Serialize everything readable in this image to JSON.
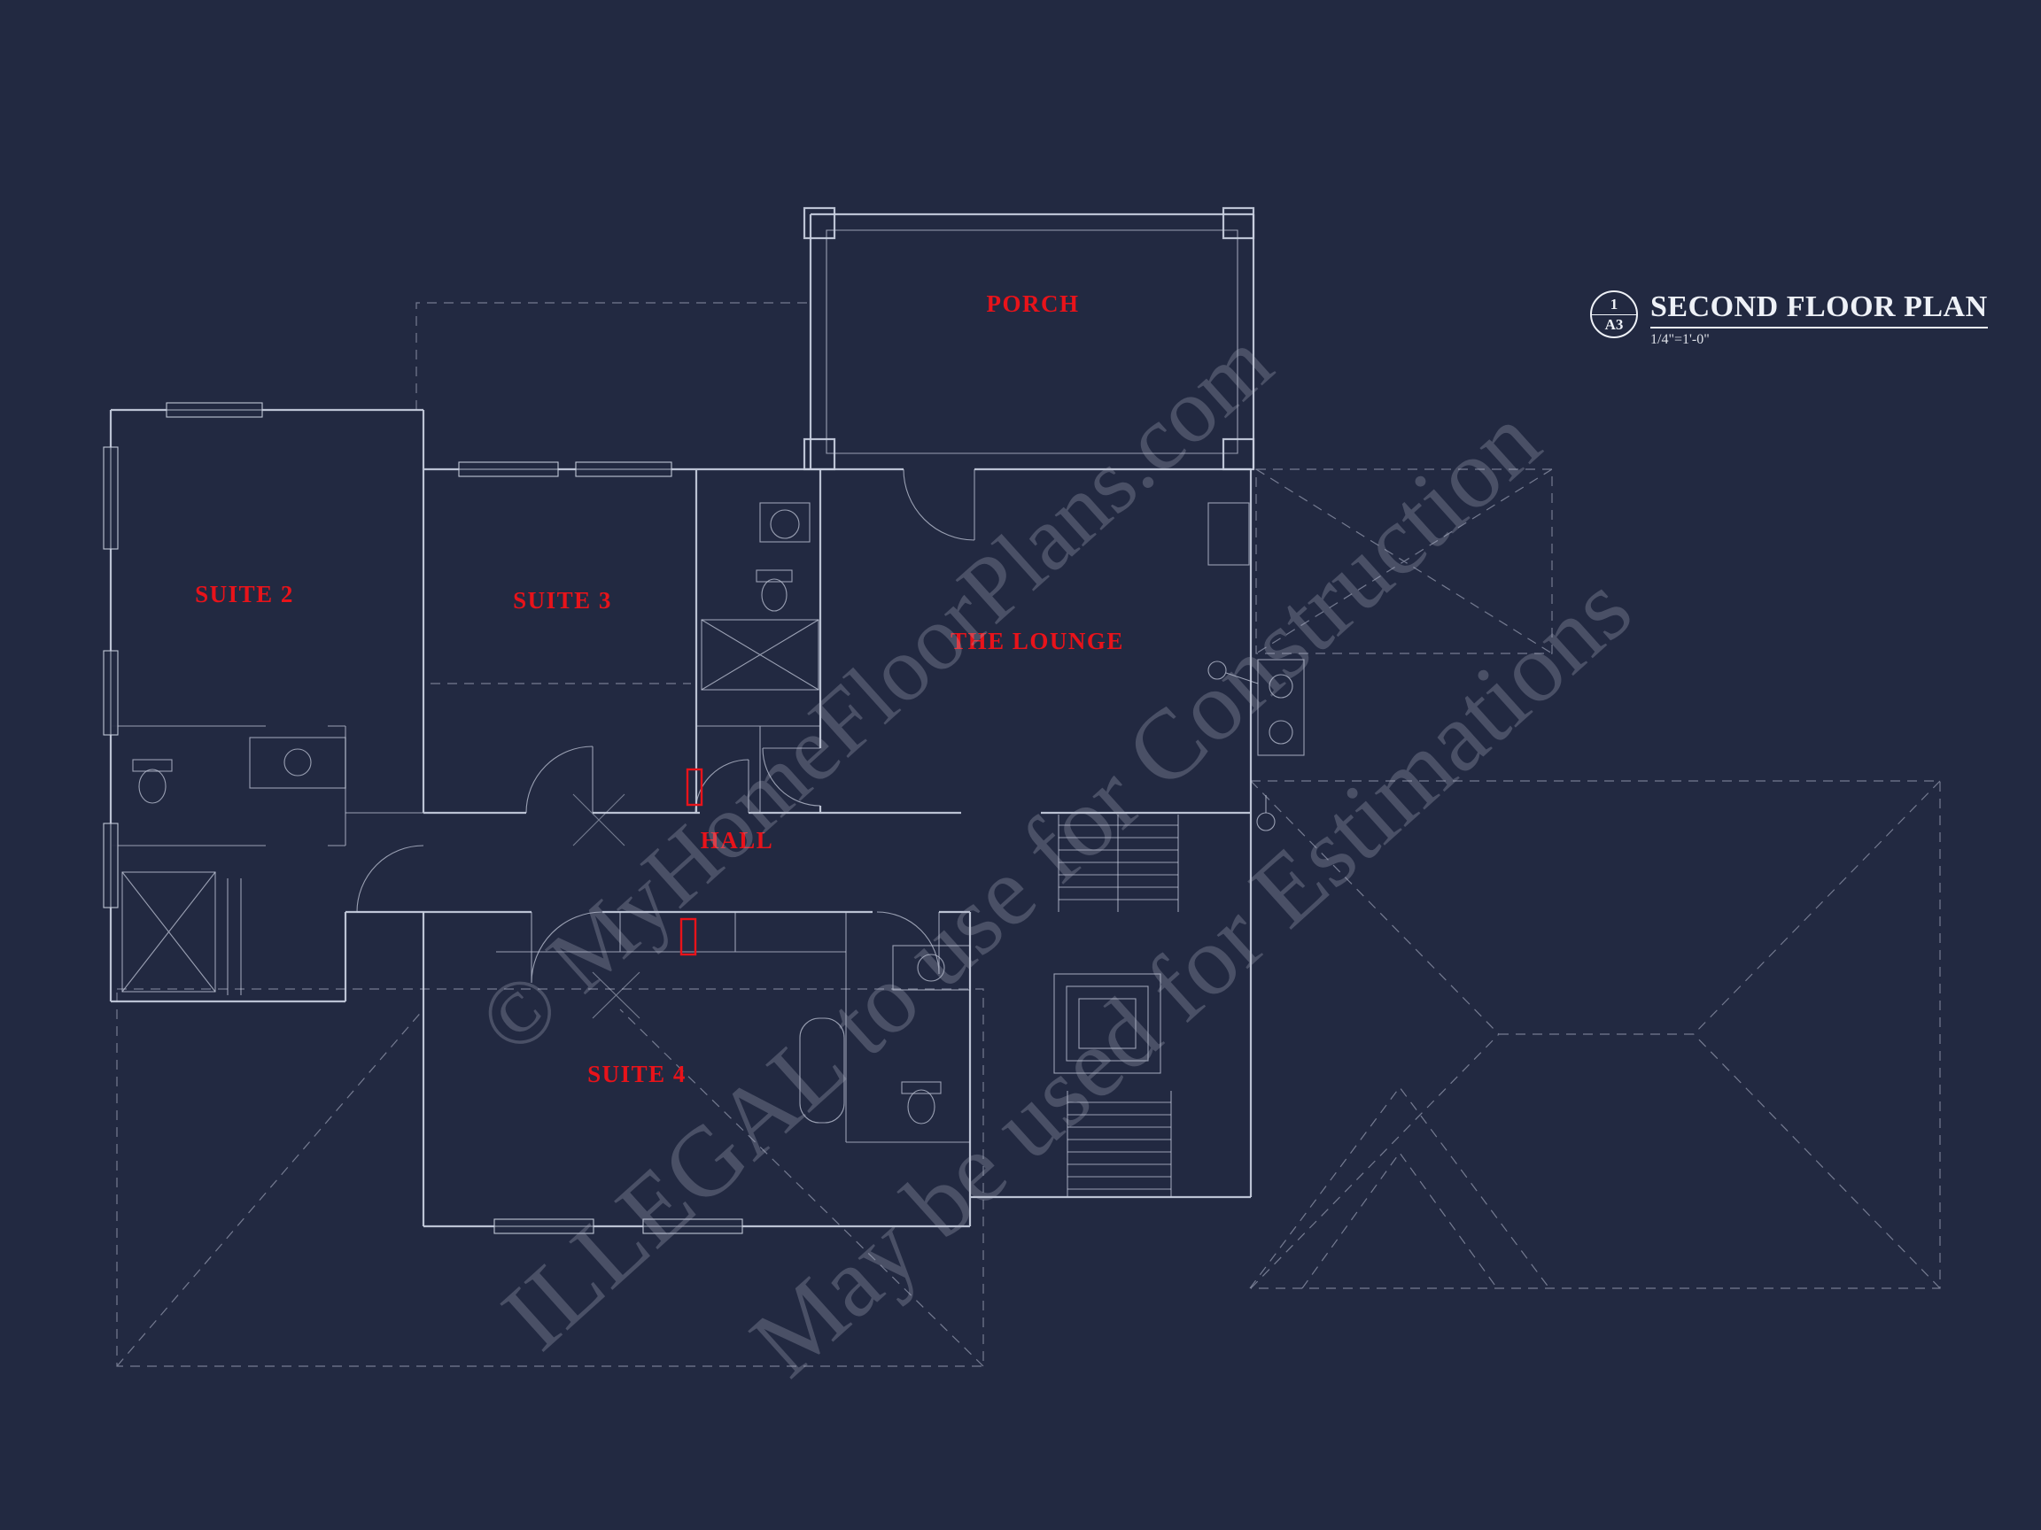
{
  "palette": {
    "background": "#222941",
    "line": "#c9cfdf",
    "label_red": "#e8131a",
    "watermark_gray": "#b2b8c8",
    "title_text": "#eef1f7"
  },
  "title_block": {
    "detail_number": "1",
    "sheet_ref": "A3",
    "title": "SECOND FLOOR PLAN",
    "scale": "1/4\"=1'-0\""
  },
  "rooms": [
    {
      "id": "porch",
      "label": "PORCH"
    },
    {
      "id": "suite-2",
      "label": "SUITE 2"
    },
    {
      "id": "suite-3",
      "label": "SUITE 3"
    },
    {
      "id": "the-lounge",
      "label": "THE LOUNGE"
    },
    {
      "id": "hall",
      "label": "HALL"
    },
    {
      "id": "suite-4",
      "label": "SUITE 4"
    }
  ],
  "watermarks": [
    {
      "text": "© MyHomeFloorPlans.com"
    },
    {
      "text": "ILLEGAL to use for Construction"
    },
    {
      "text": "May be used for Estimations"
    }
  ]
}
